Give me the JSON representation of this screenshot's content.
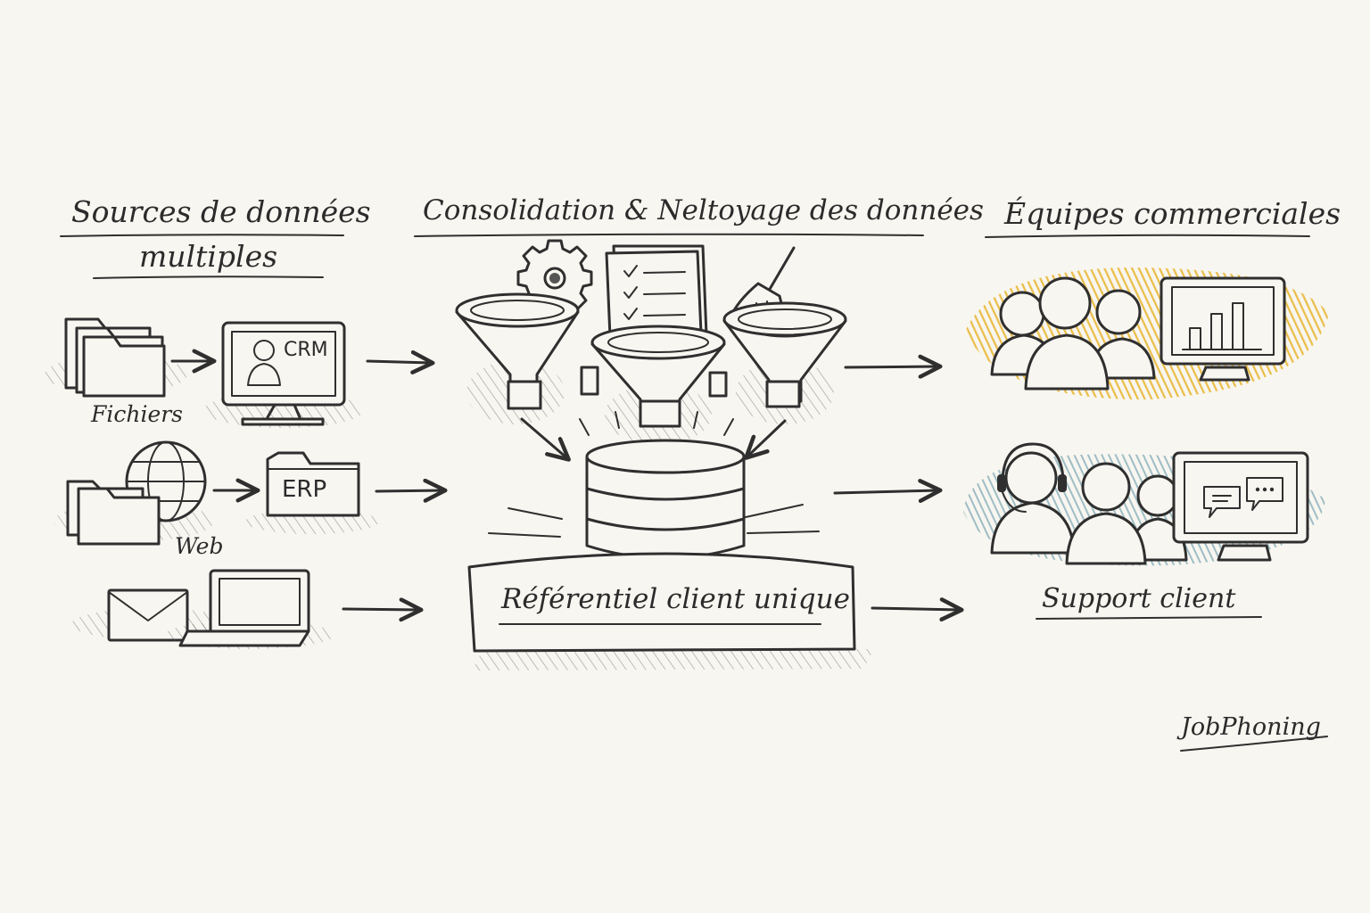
{
  "columns": {
    "sources": {
      "title_line1": "Sources de données",
      "title_line2": "multiples"
    },
    "processing": {
      "title": "Consolidation & Neltoyage des données"
    },
    "teams": {
      "title": "Équipes commerciales"
    }
  },
  "sources": {
    "files_label": "Fichiers",
    "crm_label": "CRM",
    "web_label": "Web",
    "erp_label": "ERP"
  },
  "hub": {
    "label": "Référentiel client unique"
  },
  "outputs": {
    "support_label": "Support client"
  },
  "brand": {
    "signature": "JobPhoning"
  },
  "icons": [
    "folder-icon",
    "monitor-icon",
    "globe-icon",
    "envelope-icon",
    "laptop-icon",
    "gear-icon",
    "checklist-icon",
    "broom-icon",
    "funnel-icon",
    "database-icon",
    "people-icon",
    "bar-chart-icon",
    "headset-icon",
    "chat-bubbles-icon",
    "arrow-icon"
  ],
  "colors": {
    "ink": "#2f2f2f",
    "paper": "#f8f6f0",
    "sales_highlight": "#e8b838",
    "support_highlight": "#8fb3bd"
  }
}
